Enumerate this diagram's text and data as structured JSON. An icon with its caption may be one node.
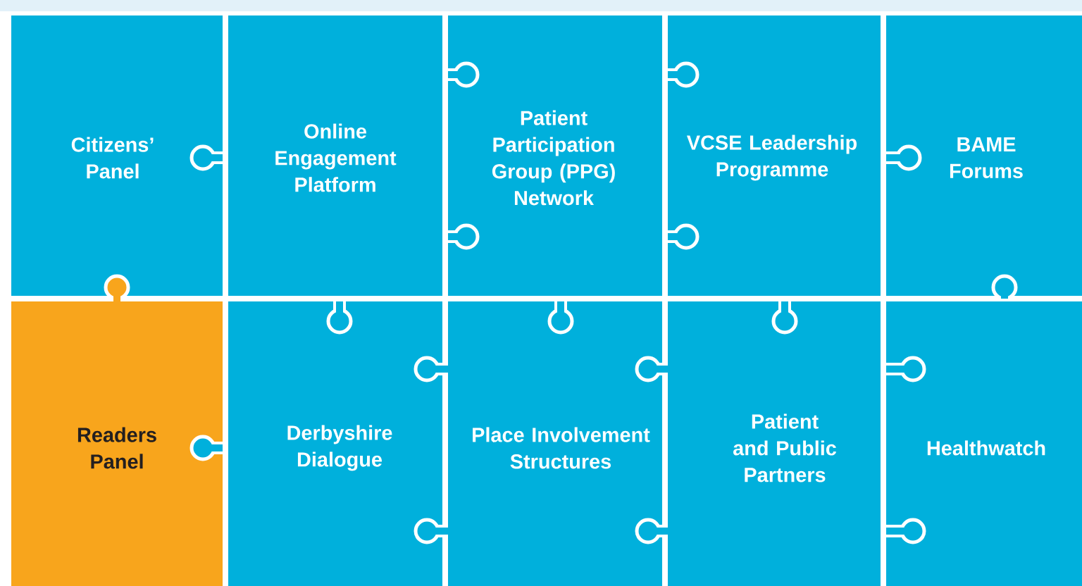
{
  "diagram": {
    "nodes": [
      {
        "text": [
          "Citizens’ Panel"
        ]
      },
      {
        "text": [
          "Online Engagement Platform"
        ]
      },
      {
        "text": [
          "Patient Participation Group (PPG) Network"
        ]
      },
      {
        "text": [
          "VCSE Leadership Programme"
        ]
      },
      {
        "text": [
          "BAME Forums"
        ]
      },
      {
        "text": [
          "Readers Panel"
        ]
      },
      {
        "text": [
          "Derbyshire Dialogue"
        ]
      },
      {
        "text": [
          "Place Involvement Structures"
        ]
      },
      {
        "text": [
          "Patient and Public Partners"
        ]
      },
      {
        "text": [
          "Healthwatch"
        ]
      }
    ]
  }
}
